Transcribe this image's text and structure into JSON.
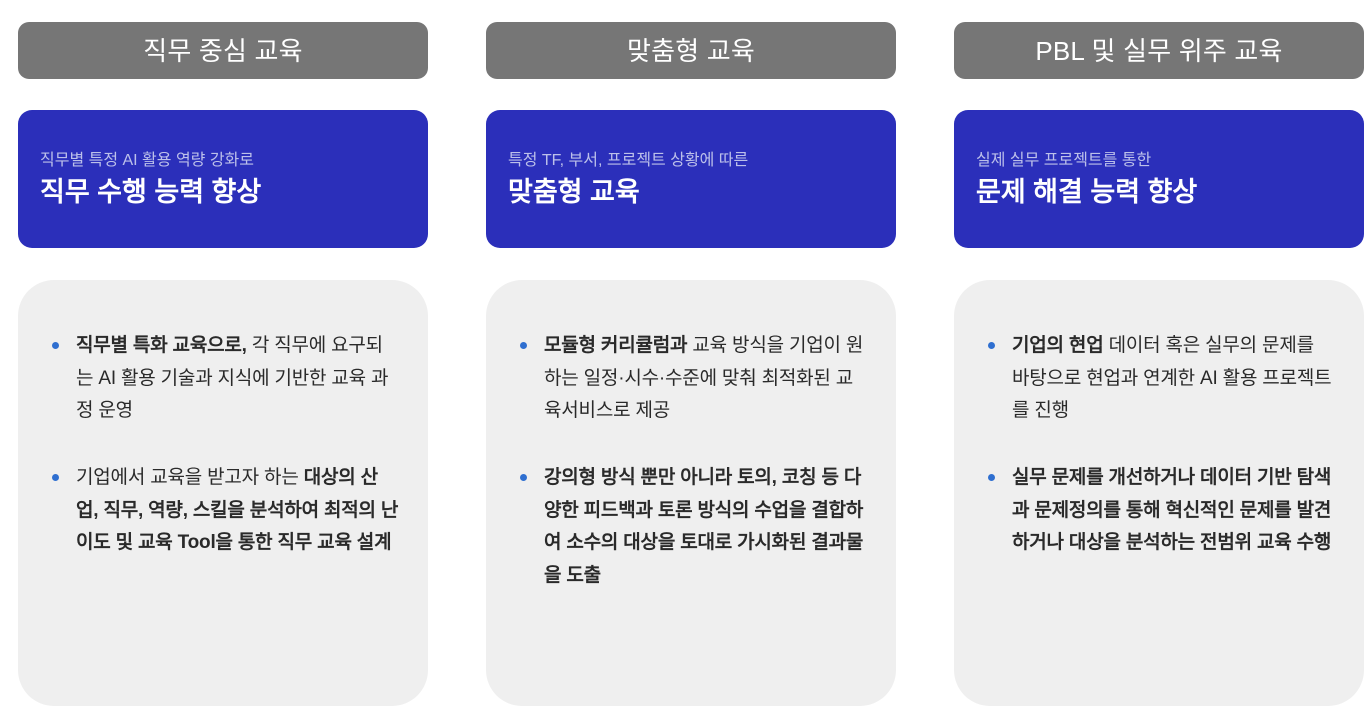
{
  "theme": {
    "page_background": "#ffffff",
    "header_pill_color": "#767676",
    "header_pill_text_color": "#ffffff",
    "blue_box_color": "#2b2fba",
    "blue_box_subtitle_color": "#bcc0ea",
    "blue_box_title_color": "#ffffff",
    "body_card_color": "#efefef",
    "bullet_dot_color": "#2f6fd0",
    "body_text_color": "#2a2a2a"
  },
  "columns": [
    {
      "header": "직무 중심 교육",
      "blue": {
        "subtitle": "직무별 특정 AI 활용 역량 강화로",
        "title": "직무 수행 능력 향상"
      },
      "bullets": [
        {
          "segments": [
            {
              "text": "직무별 특화 교육으로,",
              "bold": true
            },
            {
              "text": " 각 직무에 요구되는 AI 활용 기술과 지식에 기반한 교육 과정 운영",
              "bold": false
            }
          ]
        },
        {
          "segments": [
            {
              "text": "기업에서 교육을 받고자 하는 ",
              "bold": false
            },
            {
              "text": "대상의 산업, 직무, 역량, 스킬을 분석하여 최적의 난이도 및 교육 Tool을 통한 직무 교육 설계",
              "bold": true
            }
          ]
        }
      ]
    },
    {
      "header": "맞춤형 교육",
      "blue": {
        "subtitle": "특정 TF, 부서, 프로젝트 상황에 따른",
        "title": "맞춤형 교육"
      },
      "bullets": [
        {
          "segments": [
            {
              "text": "모듈형 커리큘럼과",
              "bold": true
            },
            {
              "text": " 교육 방식을 기업이 원하는 일정·시수·수준에 맞춰 최적화된 교육서비스로 제공",
              "bold": false
            }
          ]
        },
        {
          "segments": [
            {
              "text": "강의형 방식 뿐만 아니라 토의, 코칭 등 다양한 피드백과 토론 방식의 수업을 결합하여 소수의 대상을 토대로 가시화된 결과물을 도출",
              "bold": true
            }
          ]
        }
      ]
    },
    {
      "header": "PBL 및 실무 위주 교육",
      "blue": {
        "subtitle": "실제 실무 프로젝트를 통한",
        "title": "문제 해결 능력 향상"
      },
      "bullets": [
        {
          "segments": [
            {
              "text": "기업의 현업",
              "bold": true
            },
            {
              "text": " 데이터 혹은 실무의 문제를 바탕으로 현업과 연계한 AI 활용 프로젝트를 진행",
              "bold": false
            }
          ]
        },
        {
          "segments": [
            {
              "text": "실무 문제를 개선하거나 데이터 기반 탐색과 문제정의를 통해 혁신적인 문제를 발견하거나 대상을 분석하는 전범위 교육 수행",
              "bold": true
            }
          ]
        }
      ]
    }
  ]
}
